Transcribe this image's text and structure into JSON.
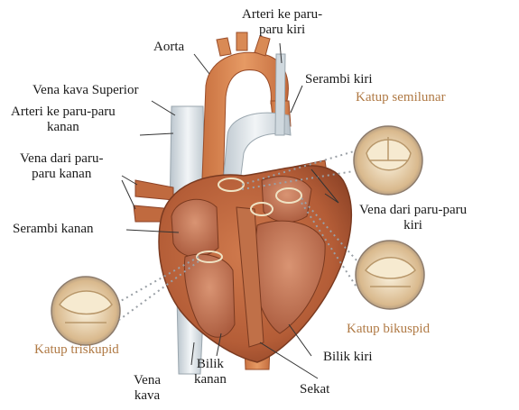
{
  "labels": {
    "arteri_kiri": [
      "Arteri ke paru-",
      "paru kiri"
    ],
    "aorta": "Aorta",
    "serambi_kiri": "Serambi kiri",
    "vena_kava_superior": "Vena kava Superior",
    "arteri_kanan": [
      "Arteri ke paru-paru",
      "kanan"
    ],
    "katup_semilunar": "Katup semilunar",
    "vena_dari_paru_kanan": [
      "Vena dari paru-",
      "paru kanan"
    ],
    "vena_dari_paru_kiri": [
      "Vena dari paru-paru",
      "kiri"
    ],
    "serambi_kanan": "Serambi kanan",
    "katup_bikuspid": "Katup bikuspid",
    "katup_triskupid": "Katup triskupid",
    "bilik_kiri": "Bilik kiri",
    "bilik_kanan": [
      "Bilik",
      "kanan"
    ],
    "vena_kava": [
      "Vena",
      "kava"
    ],
    "sekat": "Sekat"
  },
  "colors": {
    "label_accent": "#b07a45",
    "heart_muscle": "#b8613a",
    "aorta": "#d98a55",
    "vein": "#dfe6ea",
    "valve": "#efe3c4"
  }
}
